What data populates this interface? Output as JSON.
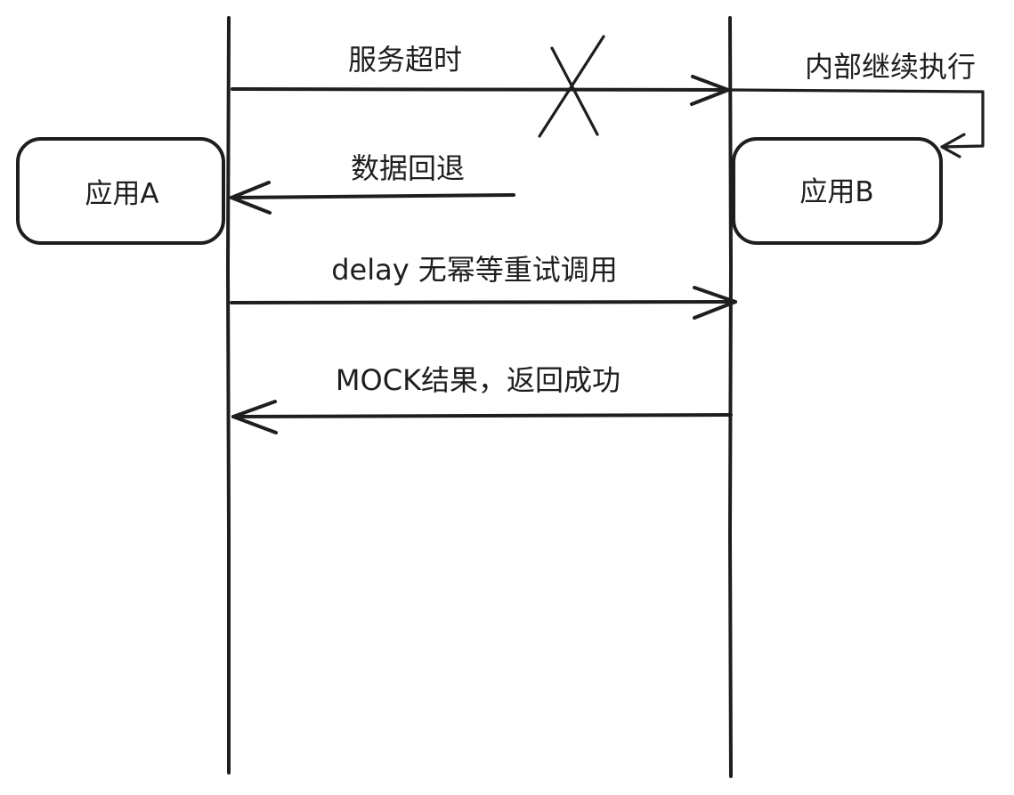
{
  "diagram": {
    "participants": {
      "app_a": "应用A",
      "app_b": "应用B"
    },
    "messages": {
      "service_timeout": "服务超时",
      "internal_continue": "内部继续执行",
      "data_rollback": "数据回退",
      "delay_retry": "delay 无幂等重试调用",
      "mock_success": "MOCK结果，返回成功"
    }
  }
}
